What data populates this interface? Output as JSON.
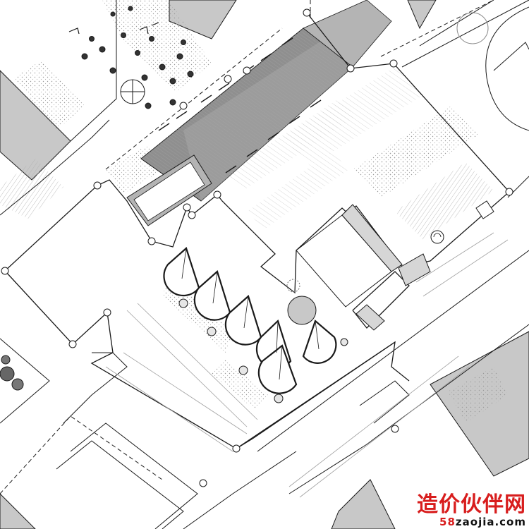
{
  "drawing": {
    "colors": {
      "line": "#1a1a1a",
      "thin": "#8c8c8c",
      "building_fill": "#c8c8c8",
      "roof_dark": "#8f8f8f",
      "roof_mid": "#b4b4b4",
      "hatch": "#d9d9d9",
      "paper": "#ffffff"
    },
    "icons": [
      "tree-symbol",
      "survey-point-circle",
      "stair-arc"
    ]
  },
  "watermark": {
    "text_cn": "造价伙伴网",
    "url_number": "58",
    "url_domain": "zaojia.com"
  }
}
